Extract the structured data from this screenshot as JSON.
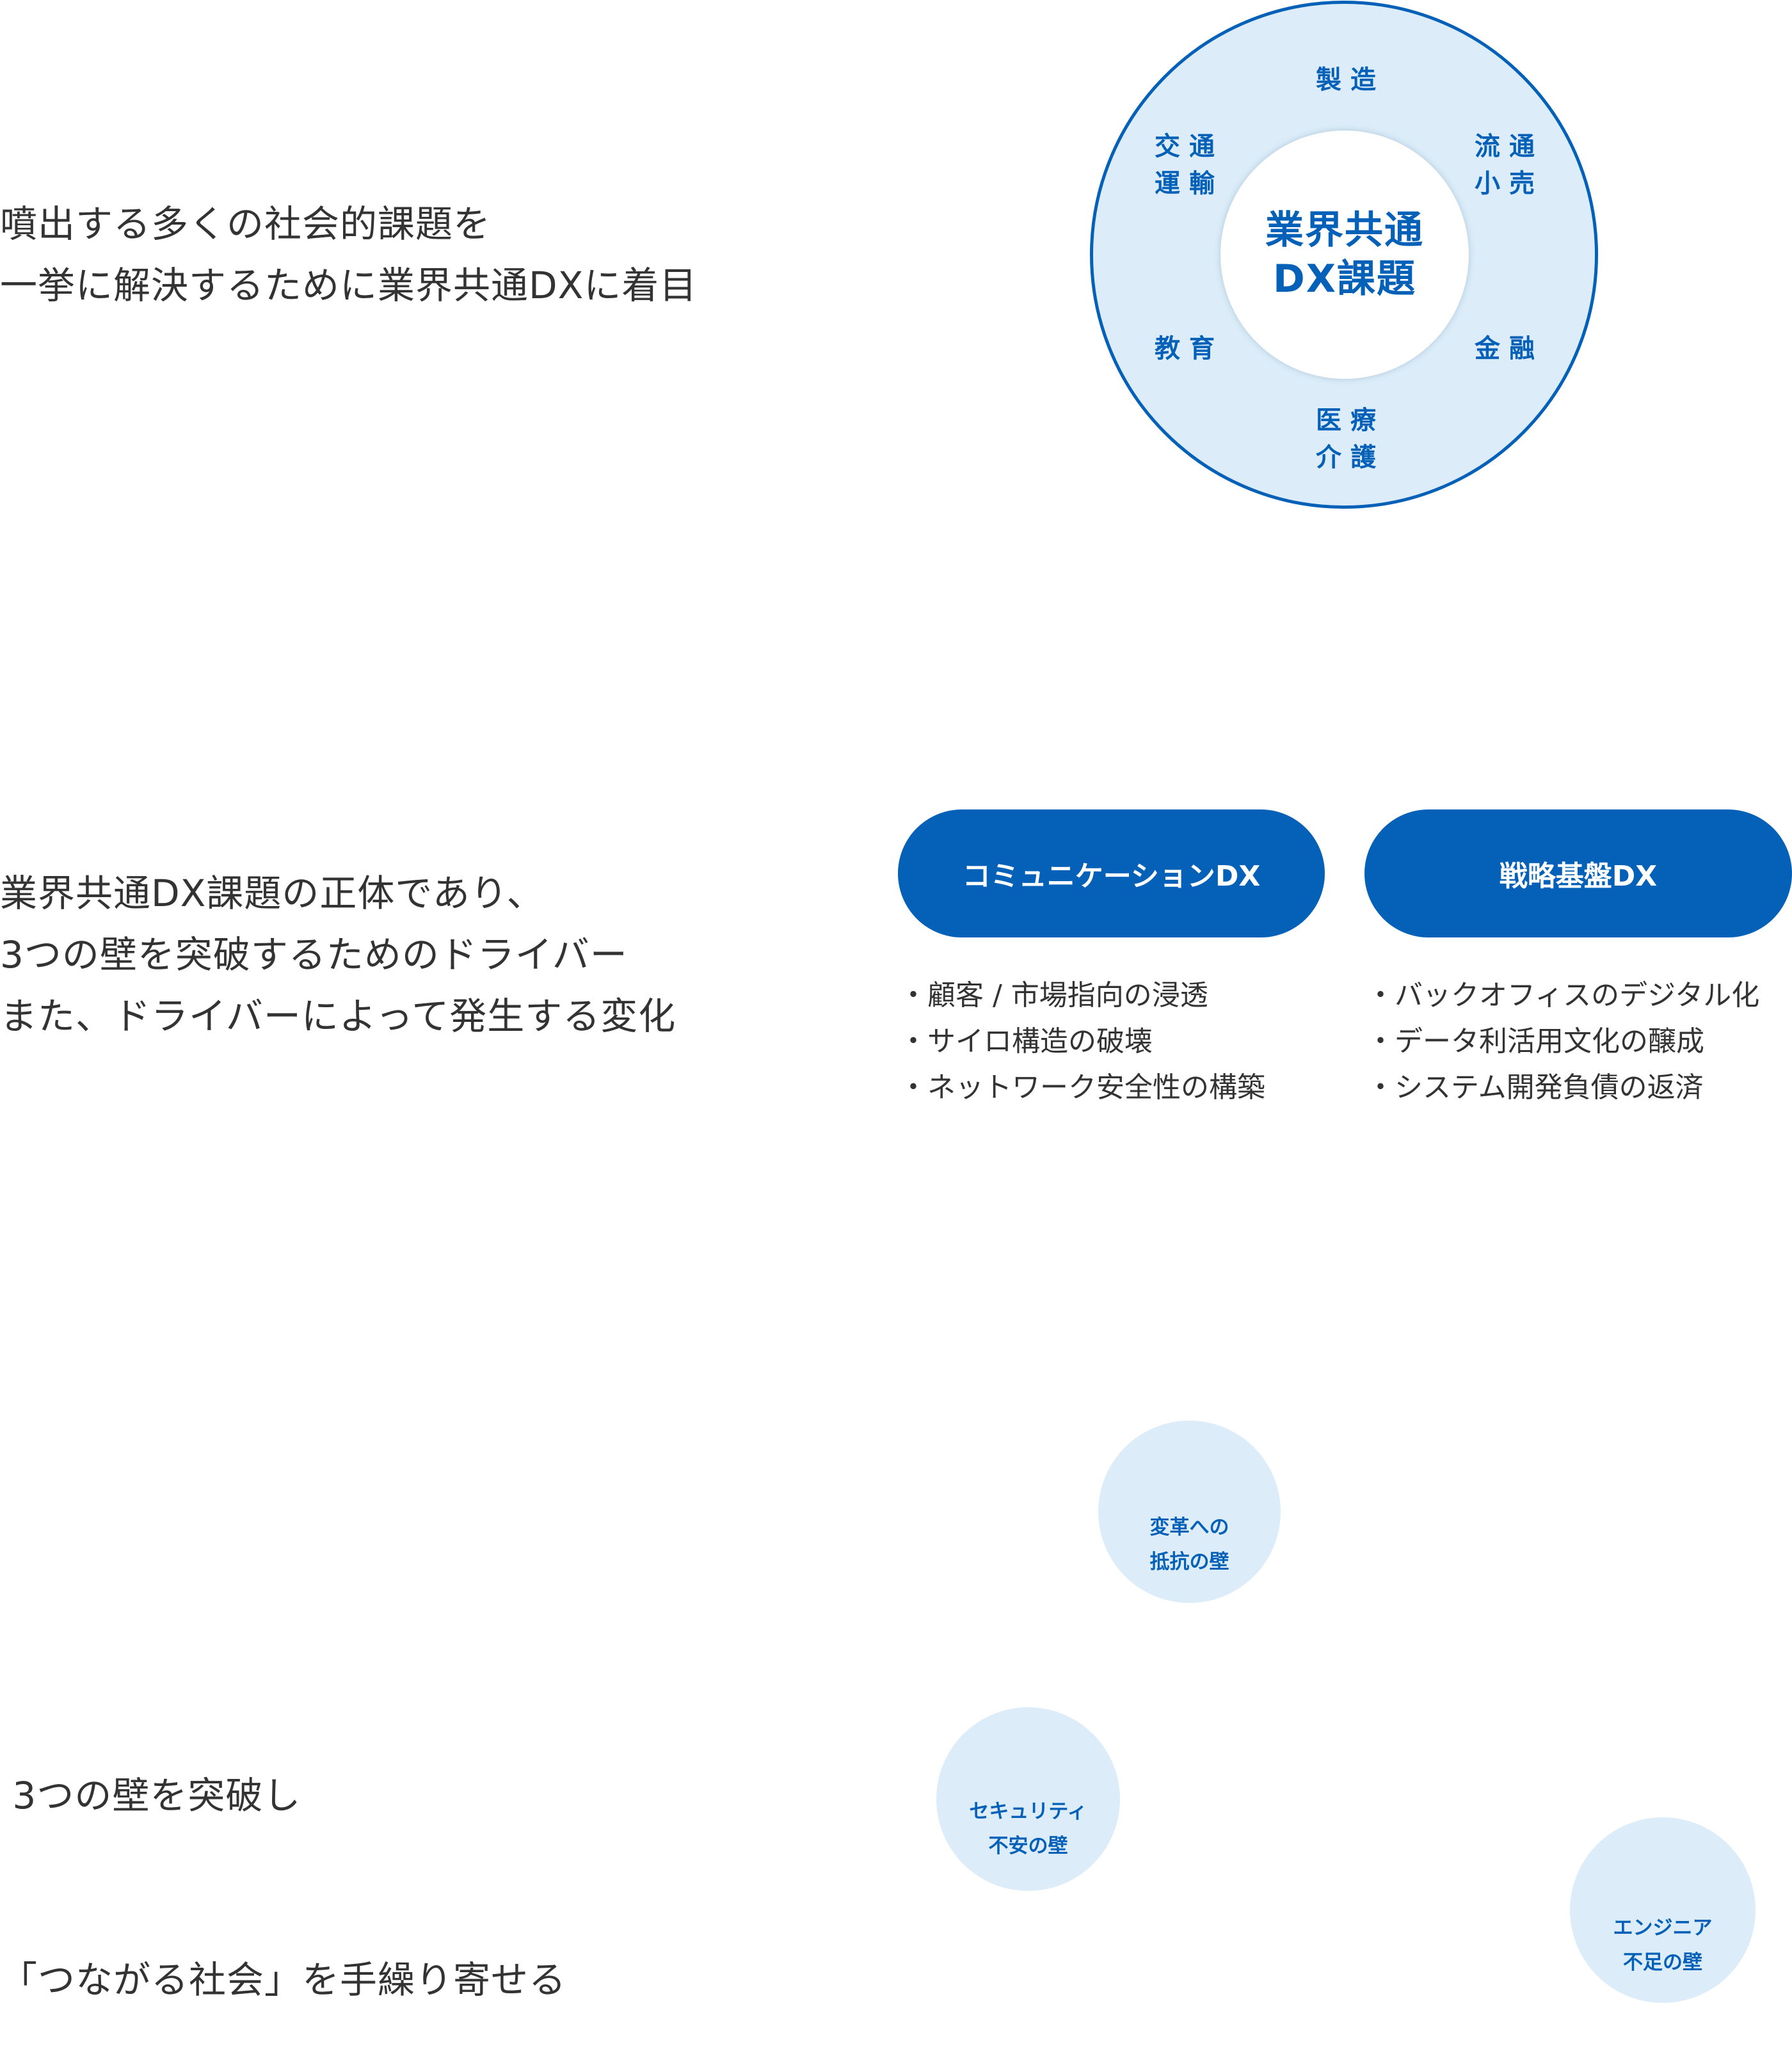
{
  "sections": [
    {
      "lines": [
        "噴出する多くの社会的課題を",
        "一挙に解決するために業界共通DXに着目"
      ]
    },
    {
      "lines": [
        "業界共通DX課題の正体であり、",
        "3つの壁を突破するためのドライバー",
        "また、ドライバーによって発生する変化"
      ]
    },
    {
      "lines": [
        " 3つの壁を突破し",
        "「つながる社会」を手繰り寄せる"
      ]
    }
  ],
  "industry_circle": {
    "center_lines": [
      "業界共通",
      "DX課題"
    ],
    "sectors": [
      {
        "id": "manufacturing",
        "lines": [
          "製造"
        ]
      },
      {
        "id": "distribution",
        "lines": [
          "流通",
          "小売"
        ]
      },
      {
        "id": "finance",
        "lines": [
          "金融"
        ]
      },
      {
        "id": "healthcare",
        "lines": [
          "医療",
          "介護"
        ]
      },
      {
        "id": "education",
        "lines": [
          "教育"
        ]
      },
      {
        "id": "transport",
        "lines": [
          "交通",
          "運輸"
        ]
      }
    ]
  },
  "drivers": [
    {
      "label": "コミュニケーションDX",
      "items": [
        "・顧客 / 市場指向の浸透",
        "・サイロ構造の破壊",
        "・ネットワーク安全性の構築"
      ]
    },
    {
      "label": "戦略基盤DX",
      "items": [
        "・バックオフィスのデジタル化",
        "・データ利活用文化の醸成",
        "・システム開発負債の返済"
      ]
    }
  ],
  "walls": [
    {
      "icon": "refresh-icon",
      "lines": [
        "変革への",
        "抵抗の壁"
      ]
    },
    {
      "icon": "shield-check-icon",
      "lines": [
        "セキュリティ",
        "不安の壁"
      ]
    },
    {
      "icon": "engineer-profile-icon",
      "lines": [
        "エンジニア",
        "不足の壁"
      ]
    }
  ],
  "colors": {
    "brand_blue": "#0560b8",
    "light_blue": "#dcedf9",
    "text": "#333333"
  }
}
